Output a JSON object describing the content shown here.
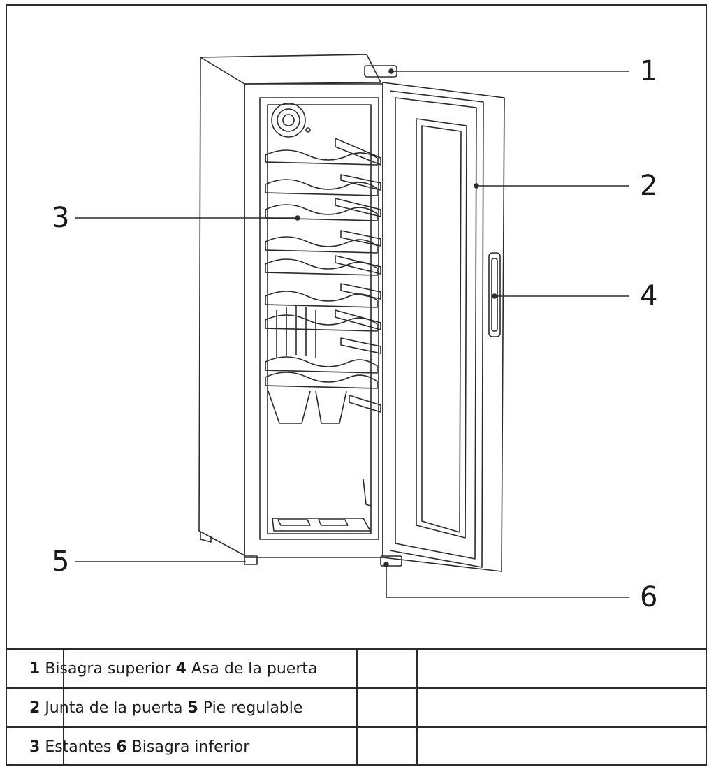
{
  "callouts": {
    "c1": "1",
    "c2": "2",
    "c3": "3",
    "c4": "4",
    "c5": "5",
    "c6": "6"
  },
  "legend": {
    "rows": [
      {
        "num_a": "1",
        "label_a": "Bisagra superior",
        "num_b": "4",
        "label_b": "Asa de la puerta"
      },
      {
        "num_a": "2",
        "label_a": "Junta de la puerta",
        "num_b": "5",
        "label_b": "Pie regulable"
      },
      {
        "num_a": "3",
        "label_a": "Estantes",
        "num_b": "6",
        "label_b": "Bisagra inferior"
      }
    ]
  },
  "colors": {
    "line": "#2b2b2b",
    "background": "#ffffff"
  }
}
